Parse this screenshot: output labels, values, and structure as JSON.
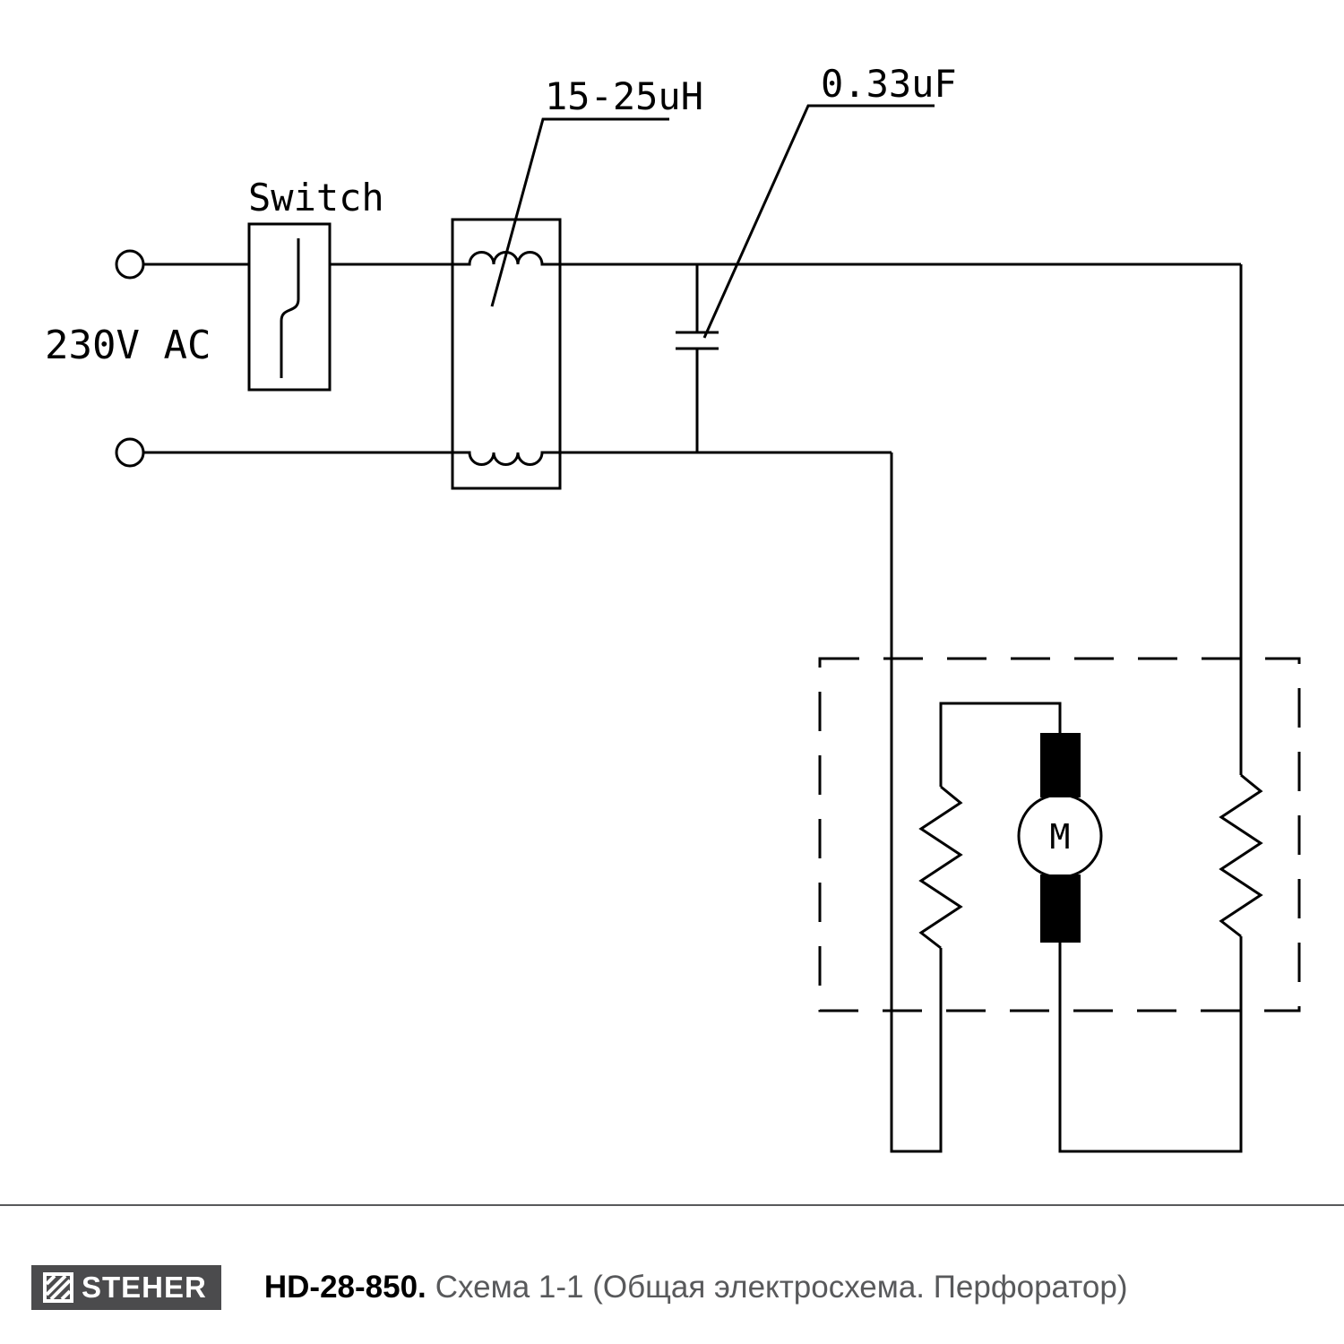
{
  "schematic": {
    "labels": {
      "voltage": "230V AC",
      "switch": "Switch",
      "inductance": "15-25uH",
      "capacitance": "0.33uF",
      "motor": "M"
    }
  },
  "footer": {
    "brand": "STEHER",
    "model": "HD-28-850.",
    "caption": "Схема 1-1 (Общая электросхема. Перфоратор)"
  },
  "colors": {
    "line": "#000000",
    "logo_bg": "#4b4b4d",
    "caption_text": "#58595b",
    "separator": "#58595b"
  }
}
